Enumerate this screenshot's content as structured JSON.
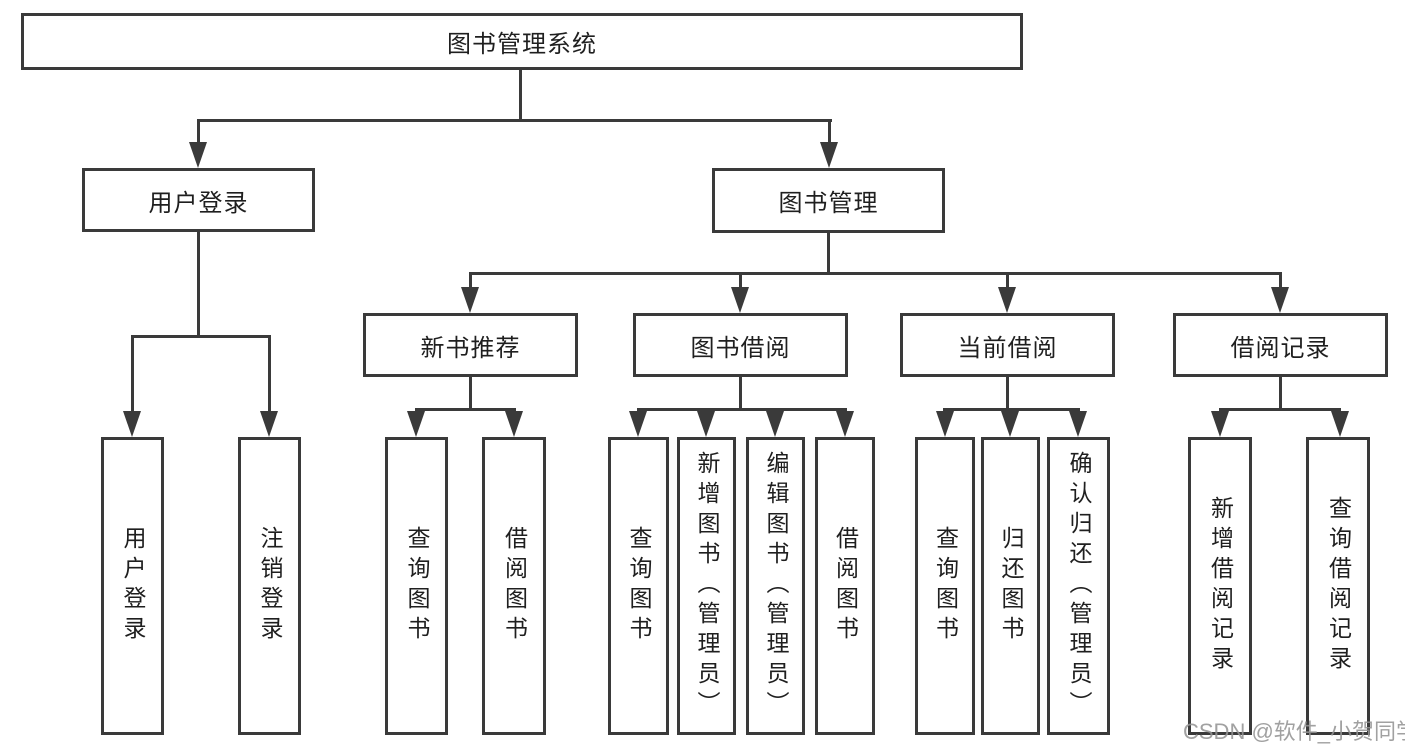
{
  "diagram": {
    "type": "tree",
    "tree": {
      "label": "图书管理系统",
      "children": [
        {
          "label": "用户登录",
          "children": [
            {
              "label": "用户登录"
            },
            {
              "label": "注销登录"
            }
          ]
        },
        {
          "label": "图书管理",
          "children": [
            {
              "label": "新书推荐",
              "children": [
                {
                  "label": "查询图书"
                },
                {
                  "label": "借阅图书"
                }
              ]
            },
            {
              "label": "图书借阅",
              "children": [
                {
                  "label": "查询图书"
                },
                {
                  "label": "新增图书（管理员）"
                },
                {
                  "label": "编辑图书（管理员）"
                },
                {
                  "label": "借阅图书"
                }
              ]
            },
            {
              "label": "当前借阅",
              "children": [
                {
                  "label": "查询图书"
                },
                {
                  "label": "归还图书"
                },
                {
                  "label": "确认归还（管理员）"
                }
              ]
            },
            {
              "label": "借阅记录",
              "children": [
                {
                  "label": "新增借阅记录"
                },
                {
                  "label": "查询借阅记录"
                }
              ]
            }
          ]
        }
      ]
    },
    "colors": {
      "line": "#3a3a3a",
      "box_border": "#3a3a3a",
      "box_fill": "#ffffff",
      "text": "#1f1f1f",
      "background": "#ffffff",
      "watermark": "#949494"
    }
  },
  "watermark": {
    "text": "CSDN @软件_小贺同学"
  }
}
